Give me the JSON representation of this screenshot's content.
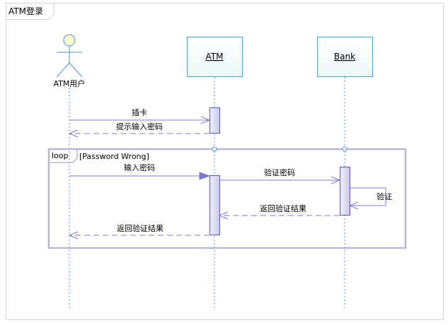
{
  "diagram": {
    "frame_title": "ATM登录",
    "participants": {
      "actor": {
        "name": "ATM用户"
      },
      "atm": {
        "name": "ATM"
      },
      "bank": {
        "name": "Bank"
      }
    },
    "fragment": {
      "operator": "loop",
      "guard": "[Password Wrong]"
    },
    "messages": {
      "insert_card": "插卡",
      "prompt_password": "提示输入密码",
      "enter_password": "输入密码",
      "verify_password": "验证密码",
      "verify_self": "验证",
      "return_result_bank": "返回验证结果",
      "return_result_atm": "返回验证结果"
    },
    "colors": {
      "line_blue": "#7a7ac8",
      "lifeline": "#4a90e2",
      "box_border": "#4aa3c8",
      "actor_head": "#ffffcc",
      "fragment_border": "#b8b8d0"
    }
  }
}
